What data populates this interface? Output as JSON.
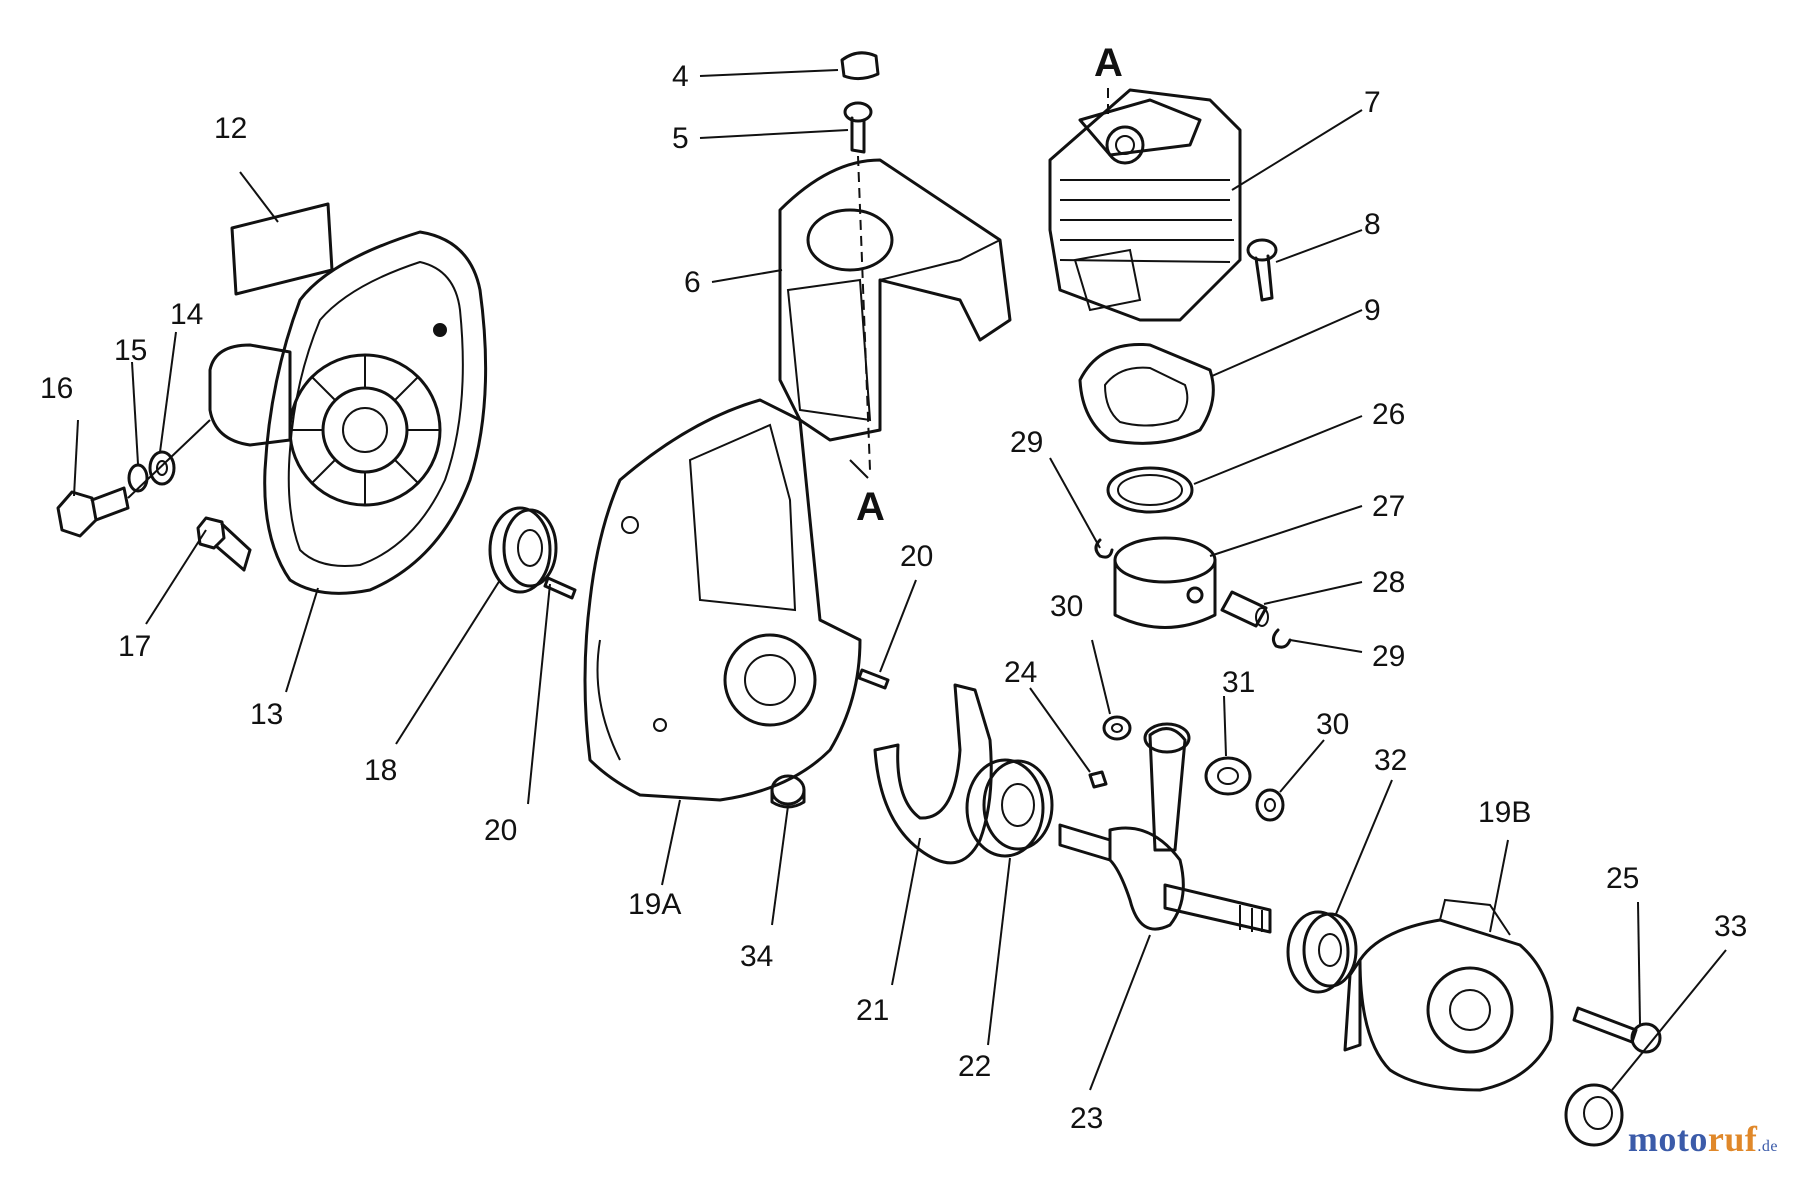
{
  "labels": {
    "l4": "4",
    "l5": "5",
    "l6": "6",
    "l7": "7",
    "l8": "8",
    "l9": "9",
    "l12": "12",
    "l13": "13",
    "l14": "14",
    "l15": "15",
    "l16": "16",
    "l17": "17",
    "l18": "18",
    "l19a": "19A",
    "l19b": "19B",
    "l20a": "20",
    "l20b": "20",
    "l21": "21",
    "l22": "22",
    "l23": "23",
    "l24": "24",
    "l25": "25",
    "l26": "26",
    "l27": "27",
    "l28": "28",
    "l29a": "29",
    "l29b": "29",
    "l30a": "30",
    "l30b": "30",
    "l31": "31",
    "l32": "32",
    "l33": "33",
    "l34": "34",
    "markerTop": "A",
    "markerBottom": "A"
  },
  "watermark": {
    "part1": "moto",
    "part2": "ruf",
    "part3": ".de"
  }
}
